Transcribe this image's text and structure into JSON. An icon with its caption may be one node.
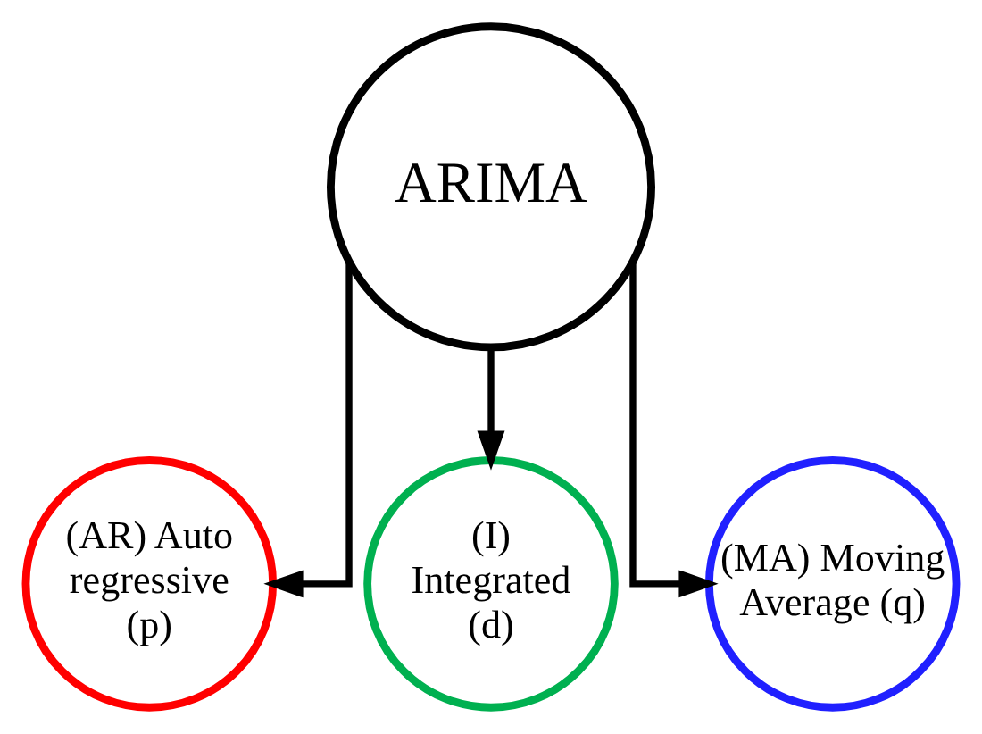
{
  "diagram": {
    "nodes": [
      {
        "text": [
          "ARIMA"
        ]
      },
      {
        "text": [
          "(AR) Auto regressive (p)"
        ]
      },
      {
        "text": [
          "(I) Integrated (d)"
        ]
      },
      {
        "text": [
          "(MA) Moving Average (q)"
        ]
      }
    ],
    "edges": [
      {
        "from": 0,
        "to": 1,
        "arrow": "to"
      },
      {
        "from": 0,
        "to": 2,
        "arrow": "to"
      },
      {
        "from": 0,
        "to": 3,
        "arrow": "to"
      }
    ]
  }
}
